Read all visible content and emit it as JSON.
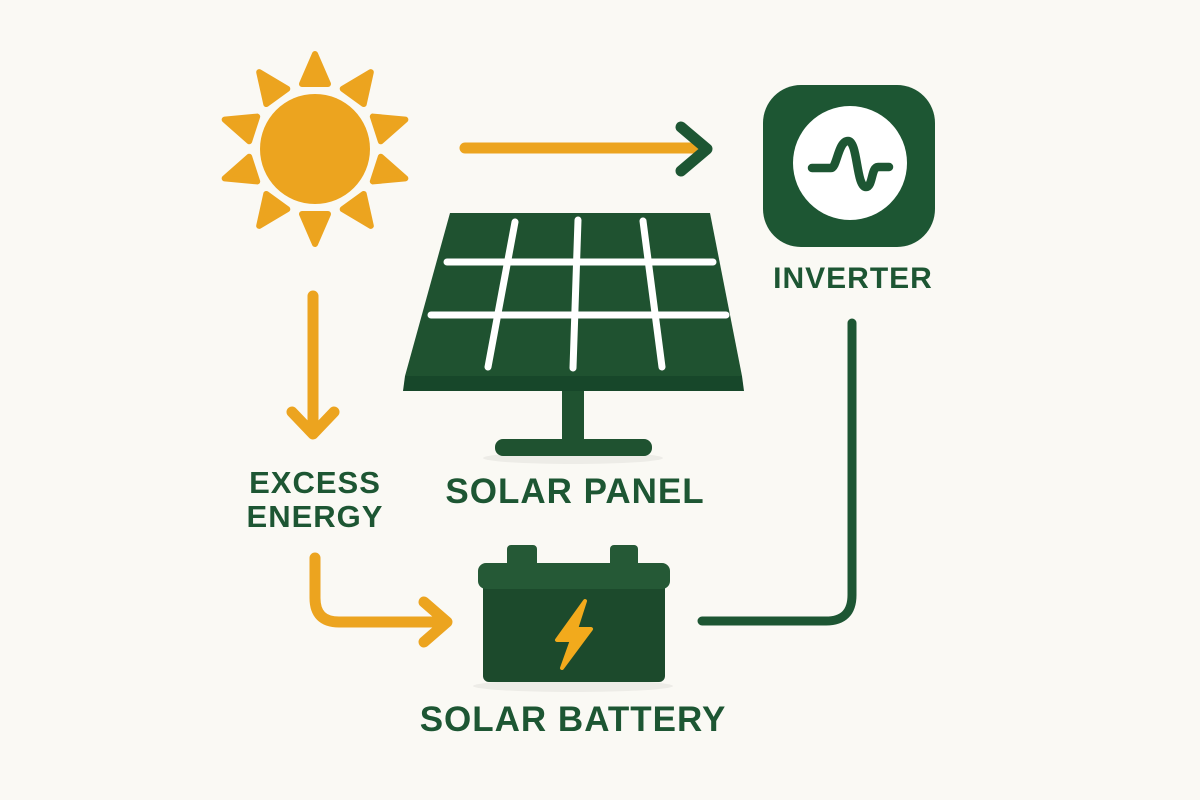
{
  "diagram": {
    "background_color": "#FAF9F4",
    "colors": {
      "orange": "#ECA41F",
      "bolt_orange": "#F2AA1C",
      "green": "#1D5633",
      "panel_green": "#1F5230",
      "panel_edge_green": "#17472A",
      "battery_body_green": "#1C4A2C",
      "battery_lid_green": "#255936",
      "label_green": "#1D5633",
      "white": "#FFFFFF"
    },
    "nodes": {
      "sun": {
        "icon": "sun-icon"
      },
      "inverter": {
        "label": "INVERTER",
        "icon": "inverter-sine-wave-icon"
      },
      "solar_panel": {
        "label": "SOLAR PANEL",
        "icon": "solar-panel-icon"
      },
      "excess_energy": {
        "label_line1": "EXCESS",
        "label_line2": "ENERGY"
      },
      "solar_battery": {
        "label": "SOLAR BATTERY",
        "icon": "solar-battery-icon",
        "bolt": "lightning-bolt-icon"
      }
    },
    "connections": [
      {
        "from": "sun",
        "to": "inverter",
        "type": "straight-arrow",
        "shaft_color": "orange",
        "head_color": "green"
      },
      {
        "from": "sun",
        "to": "excess_energy",
        "type": "down-arrow",
        "color": "orange"
      },
      {
        "from": "excess_energy",
        "to": "solar_battery",
        "type": "elbow-arrow",
        "color": "orange"
      },
      {
        "from": "inverter",
        "to": "solar_battery",
        "type": "elbow-line",
        "color": "green"
      }
    ]
  }
}
